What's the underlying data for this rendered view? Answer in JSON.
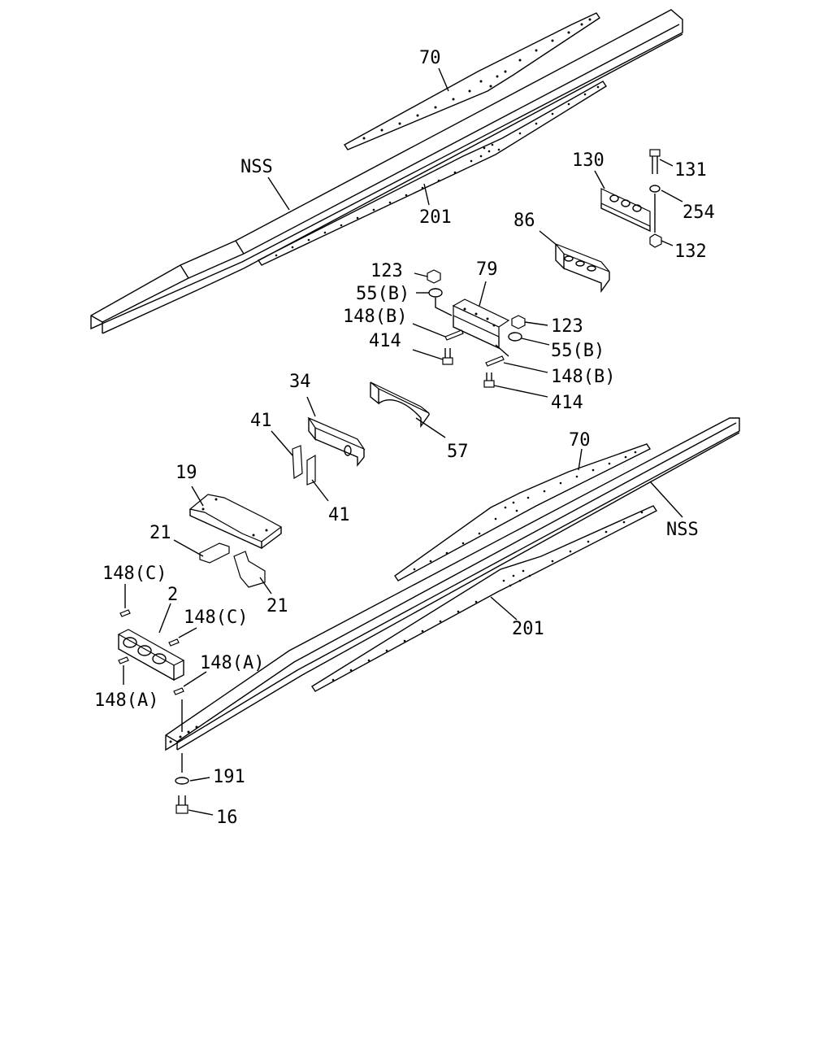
{
  "labels": {
    "l70_top": "70",
    "nss_top": "NSS",
    "l201_top": "201",
    "l130": "130",
    "l131": "131",
    "l254": "254",
    "l132": "132",
    "l86": "86",
    "l123_left": "123",
    "l79": "79",
    "l55b_left": "55(B)",
    "l148b_left": "148(B)",
    "l123_right": "123",
    "l414_left": "414",
    "l55b_right": "55(B)",
    "l148b_right": "148(B)",
    "l414_right": "414",
    "l34": "34",
    "l41_top": "41",
    "l57": "57",
    "l70_bottom": "70",
    "l19": "19",
    "l41_bottom": "41",
    "nss_bottom": "NSS",
    "l21_left": "21",
    "l21_right": "21",
    "l148c_left": "148(C)",
    "l2": "2",
    "l148c_right": "148(C)",
    "l148a_right": "148(A)",
    "l201_bottom": "201",
    "l148a_left": "148(A)",
    "l191": "191",
    "l16": "16"
  }
}
